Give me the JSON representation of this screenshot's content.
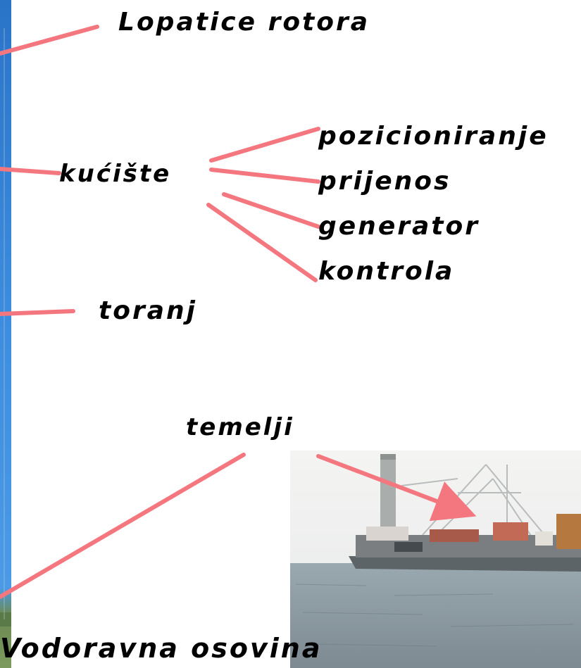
{
  "labels": {
    "rotor_blades": "Lopatice rotora",
    "nacelle": "kućište",
    "positioning": "pozicioniranje",
    "transmission": "prijenos",
    "generator": "generator",
    "control": "kontrola",
    "tower": "toranj",
    "foundations": "temelji",
    "horizontal_axis": "Vodoravna osovina"
  },
  "colors": {
    "connector": "#f4777f",
    "text": "#000000",
    "sky_left": "#2f7fd6",
    "sea": "#8a9aa3"
  },
  "images": {
    "left_strip": "wind-turbine-photo-strip",
    "bottom_right": "offshore-installation-vessel-photo"
  }
}
